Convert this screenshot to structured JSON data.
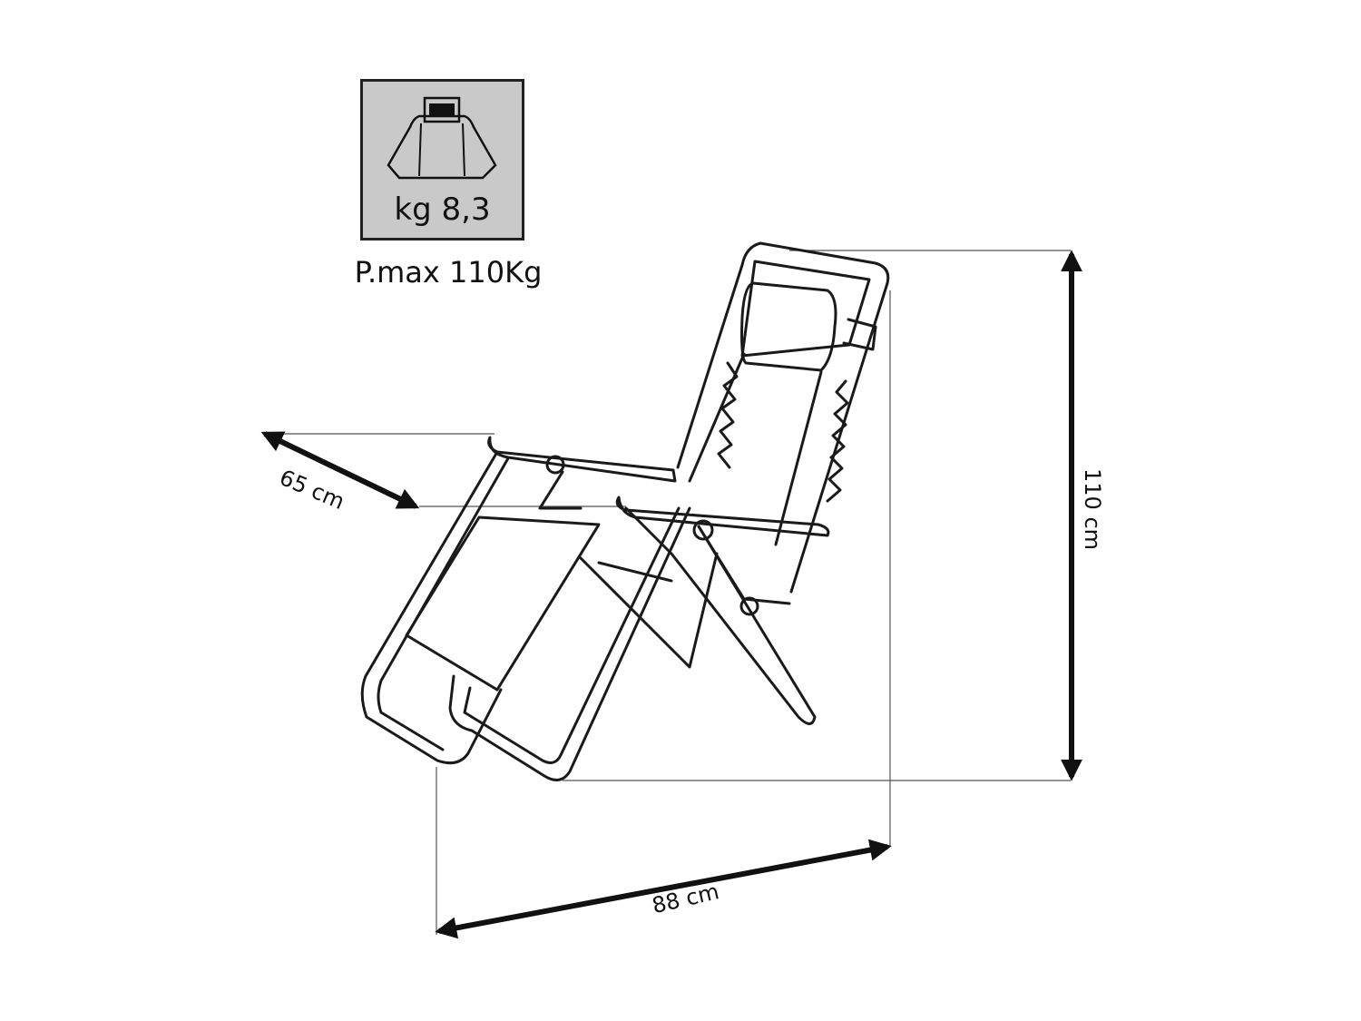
{
  "weight_label": "kg 8,3",
  "max_load_label": "P.max 110Kg",
  "dimensions": {
    "depth_label": "65 cm",
    "length_label": "88 cm",
    "height_label": "110 cm"
  },
  "icons": {
    "chair_illustration": "reclining-chair-icon",
    "weight_icon": "kettlebell-weight-icon"
  }
}
